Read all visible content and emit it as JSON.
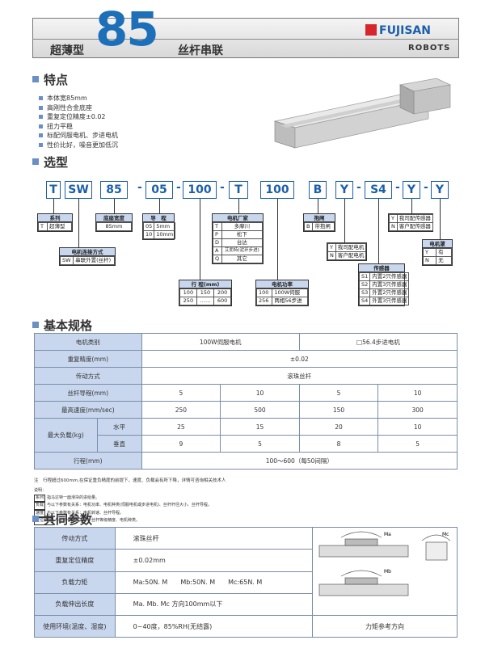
{
  "header": {
    "left_title": "超薄型",
    "big_number": "85",
    "right_title": "丝杆串联",
    "brand": "FUJISAN",
    "brand_sub": "ROBOTS"
  },
  "features": {
    "title": "特点",
    "items": [
      "本体宽85mm",
      "高刚性合金底座",
      "重复定位精度±0.02",
      "扭力平稳",
      "标配伺服电机、步进电机",
      "性价比好，噪音更加低沉"
    ]
  },
  "model": {
    "title": "选型",
    "codes": [
      "T",
      "SW",
      "85",
      "05",
      "100",
      "T",
      "100",
      "B",
      "Y",
      "S4",
      "Y",
      "Y"
    ],
    "series": {
      "label": "系列",
      "rows": [
        [
          "T",
          "超薄型"
        ]
      ]
    },
    "conn": {
      "label": "电机连接方式",
      "rows": [
        [
          "SW",
          "串联外置(丝杆)"
        ]
      ]
    },
    "width": {
      "label": "底座宽度",
      "value": "85mm"
    },
    "lead": {
      "label": "导　程",
      "rows": [
        [
          "05",
          "5mm"
        ],
        [
          "10",
          "10mm"
        ]
      ]
    },
    "maker": {
      "label": "电机厂家",
      "rows": [
        [
          "T",
          "多摩川"
        ],
        [
          "P",
          "松下"
        ],
        [
          "D",
          "台达"
        ],
        [
          "A",
          "艾而特(泥环步进)"
        ],
        [
          "Q",
          "其它"
        ]
      ]
    },
    "stroke": {
      "label": "行 程(mm)",
      "rows": [
        [
          "100",
          "150",
          "200"
        ],
        [
          "250",
          "……",
          "600"
        ]
      ]
    },
    "power": {
      "label": "电机功率",
      "rows": [
        [
          "100",
          "100W伺服"
        ],
        [
          "256",
          "两相56步进"
        ]
      ]
    },
    "brake": {
      "label": "抱闸",
      "rows": [
        [
          "B",
          "带抱闸"
        ]
      ]
    },
    "driver": {
      "rows": [
        [
          "Y",
          "我司配电机"
        ],
        [
          "N",
          "客户配电机"
        ]
      ]
    },
    "sensor": {
      "label": "传感器",
      "rows": [
        [
          "S1",
          "内置2只传感器"
        ],
        [
          "S2",
          "内置3只传感器"
        ],
        [
          "S3",
          "外置2只传感器"
        ],
        [
          "S4",
          "外置3只传感器"
        ]
      ]
    },
    "sensor_supply": {
      "rows": [
        [
          "Y",
          "我司配传感器"
        ],
        [
          "N",
          "客户配传感器"
        ]
      ]
    },
    "motor_cover": {
      "label": "电机罩",
      "rows": [
        [
          "Y",
          "有"
        ],
        [
          "N",
          "无"
        ]
      ]
    }
  },
  "spec": {
    "title": "基本规格",
    "motor_type_label": "电机类别",
    "motor_servo": "100W伺服电机",
    "motor_step": "□56.4步进电机",
    "repeat_label": "重复精度(mm)",
    "repeat_value": "±0.02",
    "drive_label": "传动方式",
    "drive_value": "滚珠丝杆",
    "lead_label": "丝杆导程(mm)",
    "lead_values": [
      "5",
      "10",
      "5",
      "10"
    ],
    "speed_label": "最高速度(mm/sec)",
    "speed_values": [
      "250",
      "500",
      "150",
      "300"
    ],
    "load_label": "最大负载(kg)",
    "horizontal_label": "水平",
    "horizontal_values": [
      "25",
      "15",
      "20",
      "10"
    ],
    "vertical_label": "垂直",
    "vertical_values": [
      "9",
      "5",
      "8",
      "5"
    ],
    "stroke_label": "行程(mm)",
    "stroke_value": "100～600（每50间隔）",
    "note": "注　行程超过600mm,在保证重负精度的前提下，速度、负载会有所下降，详情可咨询相关技术人",
    "legend_title": "说明：",
    "legend": [
      [
        "系列",
        "指马达特一面滑块的进给量。"
      ],
      [
        "负载",
        "与以下参数有关系：电机功率、电机种类(伺服电机或步进电机)、丝杆杆径大小、丝杆导程。"
      ],
      [
        "速度",
        "与以下参数有关系：电机转速、丝杆导程。"
      ],
      [
        "定位精度",
        "与以下参数有关系：丝杆等级精度、电机种类。"
      ]
    ]
  },
  "common": {
    "title": "共同参数",
    "rows": [
      [
        "传动方式",
        "滚珠丝杆"
      ],
      [
        "重复定位精度",
        "±0.02mm"
      ],
      [
        "负载力矩",
        "Ma:50N. M　　Mb:50N. M　　Mc:65N. M"
      ],
      [
        "负载伸出长度",
        "Ma. Mb. Mc 方向100mm以下"
      ],
      [
        "使用环境(温度、湿度)",
        "0~40度，85%RH(无结露)"
      ]
    ],
    "diagram_caption": "力矩参考方向",
    "diagram_labels": [
      "Ma",
      "Mb",
      "Mc"
    ]
  },
  "colors": {
    "accent": "#1d6fb8",
    "header_cell": "#c9d7ee",
    "brand_red": "#d6262b"
  }
}
